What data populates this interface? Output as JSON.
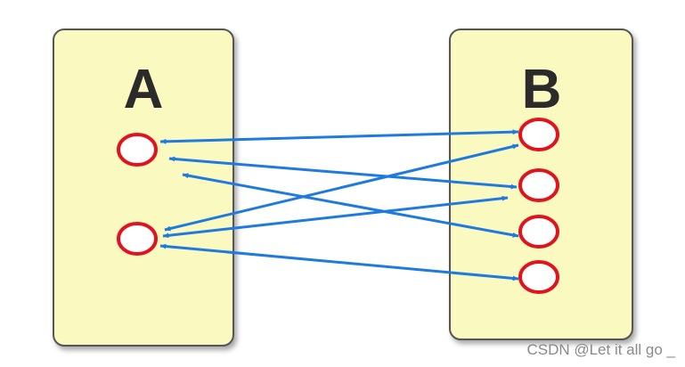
{
  "diagram": {
    "box_a": {
      "label": "A"
    },
    "box_b": {
      "label": "B"
    },
    "colors": {
      "box_fill": "#fafac0",
      "box_stroke": "#555555",
      "node_fill": "#ffffff",
      "node_stroke": "#e0141e",
      "arrow": "#1f7ae0"
    },
    "nodes_a": [
      "a1",
      "a2"
    ],
    "nodes_b": [
      "b1",
      "b2",
      "b3",
      "b4"
    ],
    "connections": [
      {
        "from": "a1",
        "to": "b1",
        "direction": "both"
      },
      {
        "from": "a1",
        "to": "b2",
        "direction": "both"
      },
      {
        "from": "a1",
        "to": "b3",
        "direction": "both"
      },
      {
        "from": "a2",
        "to": "b1",
        "direction": "both"
      },
      {
        "from": "a2",
        "to": "b2",
        "direction": "both"
      },
      {
        "from": "a2",
        "to": "b4",
        "direction": "both"
      }
    ]
  },
  "watermark": "CSDN @Let it all go _"
}
